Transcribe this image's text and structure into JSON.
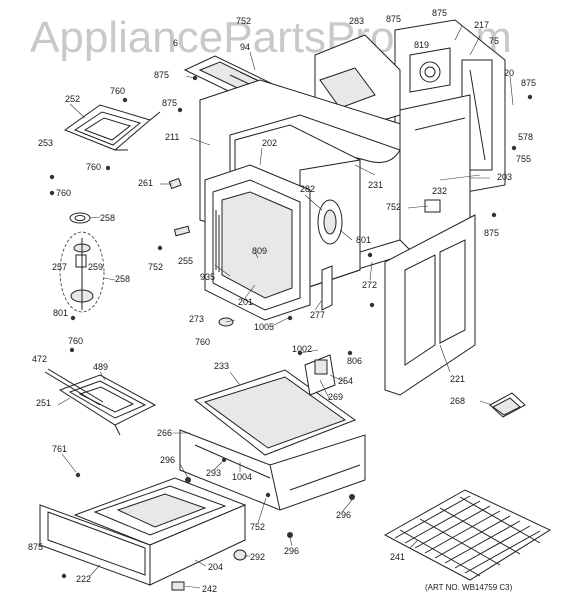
{
  "watermark": "AppliancePartsPros.com",
  "art_number": "(ART NO. WB14759 C3)",
  "callouts": {
    "c875a": "875",
    "c875b": "875",
    "c875c": "875",
    "c875d": "875",
    "c875e": "875",
    "c875f": "875",
    "c875g": "875",
    "c752a": "752",
    "c752b": "752",
    "c752c": "752",
    "c752d": "752",
    "c94": "94",
    "c283": "283",
    "c217": "217",
    "c75": "75",
    "c20": "20",
    "c578": "578",
    "c755": "755",
    "c203": "203",
    "c232": "232",
    "c231": "231",
    "c202": "202",
    "c211": "211",
    "c760a": "760",
    "c760b": "760",
    "c760c": "760",
    "c760d": "760",
    "c760e": "760",
    "c252": "252",
    "c253": "253",
    "c261": "261",
    "c258a": "258",
    "c258b": "258",
    "c257": "257",
    "c259": "259",
    "c801a": "801",
    "c801b": "801",
    "c282": "282",
    "c809": "809",
    "c935": "935",
    "c255": "255",
    "c201": "201",
    "c272": "272",
    "c277": "277",
    "c1005": "1005",
    "c273": "273",
    "c1002": "1002",
    "c806": "806",
    "c254": "254",
    "c269": "269",
    "c221": "221",
    "c268": "268",
    "c472": "472",
    "c489": "489",
    "c251": "251",
    "c233": "233",
    "c266": "266",
    "c761": "761",
    "c296a": "296",
    "c296b": "296",
    "c296c": "296",
    "c293": "293",
    "c1004": "1004",
    "c292": "292",
    "c204": "204",
    "c222": "222",
    "c242": "242",
    "c241": "241",
    "c819": "819",
    "c6x": "6"
  }
}
